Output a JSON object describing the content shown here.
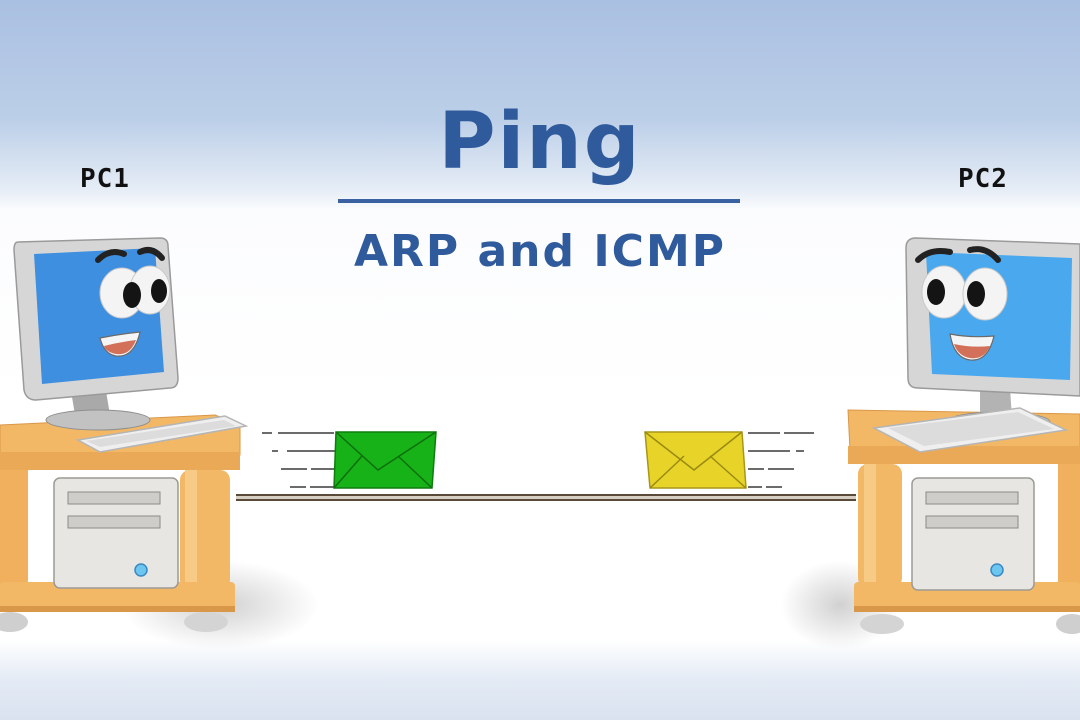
{
  "title": {
    "main": "Ping",
    "subtitle": "ARP and ICMP"
  },
  "nodes": [
    {
      "id": "pc1",
      "label": "PC1",
      "screen_color": "#3f8fe0"
    },
    {
      "id": "pc2",
      "label": "PC2",
      "screen_color": "#4aa8ee"
    }
  ],
  "packets": [
    {
      "id": "arp-request",
      "icon": "envelope-icon",
      "color": "#17b217",
      "direction": "PC1 → PC2"
    },
    {
      "id": "reply",
      "icon": "envelope-icon",
      "color": "#e8d428",
      "direction": "PC2 → PC1"
    }
  ],
  "link": {
    "icon": "network-cable",
    "color": "#5a4a3a"
  },
  "colors": {
    "title": "#2f5a9c",
    "desk": "#f2b865",
    "monitor_frame": "#d6d6d6",
    "background_top": "#aac0e2"
  }
}
